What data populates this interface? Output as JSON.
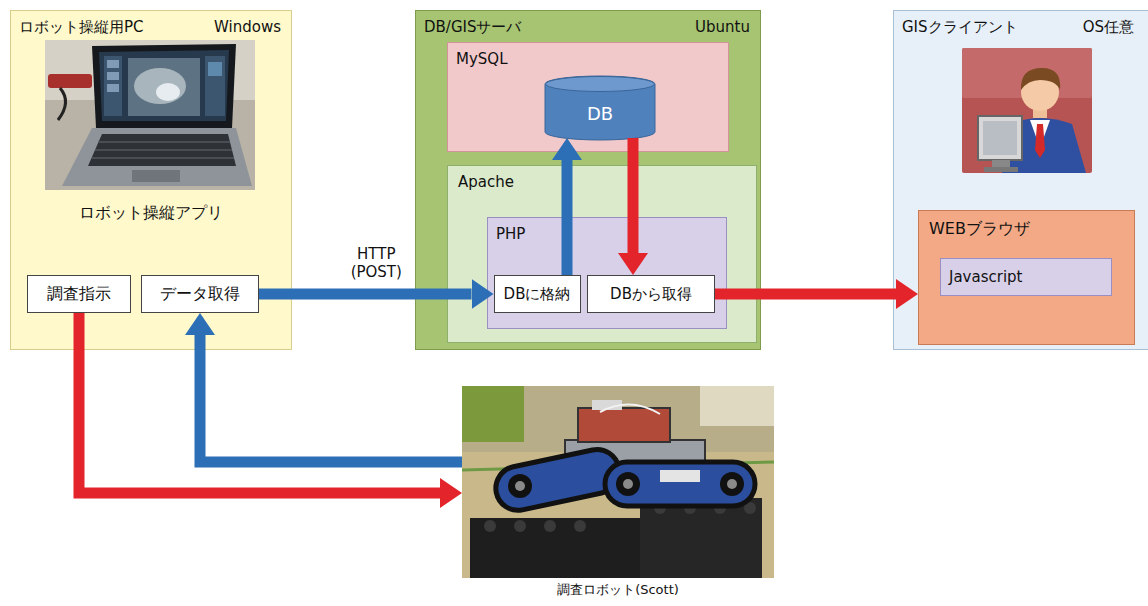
{
  "diagram": {
    "nodes": [
      {
        "text": [
          "ロボット操縦用PC",
          "Windows",
          "ロボット操縦アプリ"
        ]
      },
      {
        "text": [
          "調査指示"
        ],
        "in": 0
      },
      {
        "text": [
          "データ取得"
        ],
        "in": 0
      },
      {
        "text": [
          "DB/GISサーバ",
          "Ubuntu"
        ]
      },
      {
        "text": [
          "MySQL"
        ],
        "in": 3
      },
      {
        "text": [
          "DB"
        ],
        "in": 4
      },
      {
        "text": [
          "Apache"
        ],
        "in": 3
      },
      {
        "text": [
          "PHP"
        ],
        "in": 6
      },
      {
        "text": [
          "DBに格納"
        ],
        "in": 7
      },
      {
        "text": [
          "DBから取得"
        ],
        "in": 7
      },
      {
        "text": [
          "GISクライアント",
          "OS任意"
        ]
      },
      {
        "text": [
          "WEBブラウザ"
        ],
        "in": 10
      },
      {
        "text": [
          "Javascript"
        ],
        "in": 11
      },
      {
        "text": [
          "調査ロボット(Scott)"
        ]
      }
    ],
    "edges": [
      {
        "from": 2,
        "to": 8,
        "label": "HTTP (POST)",
        "arrow": "to"
      },
      {
        "from": 8,
        "to": 5,
        "arrow": "to"
      },
      {
        "from": 5,
        "to": 9,
        "arrow": "to"
      },
      {
        "from": 9,
        "to": 11,
        "arrow": "to"
      },
      {
        "from": 1,
        "to": 13,
        "arrow": "to"
      },
      {
        "from": 13,
        "to": 2,
        "arrow": "to"
      }
    ]
  }
}
